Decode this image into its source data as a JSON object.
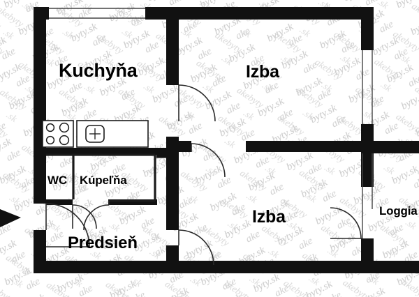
{
  "plan": {
    "watermark_text": "byty.sk",
    "wall_color": "#111111",
    "thin_wall_color": "#1a1a1a",
    "background_color": "#ffffff",
    "label_color": "#000000",
    "rooms": [
      {
        "key": "kuchyna",
        "label": "Kuchyňa"
      },
      {
        "key": "izba_top",
        "label": "Izba"
      },
      {
        "key": "izba_bottom",
        "label": "Izba"
      },
      {
        "key": "wc",
        "label": "WC"
      },
      {
        "key": "kupelna",
        "label": "Kúpeľňa"
      },
      {
        "key": "predsien",
        "label": "Predsieň"
      },
      {
        "key": "loggia",
        "label": "Loggia"
      }
    ],
    "fixtures": [
      {
        "key": "stove",
        "burners": 4
      },
      {
        "key": "sink",
        "basins": 1
      }
    ]
  }
}
